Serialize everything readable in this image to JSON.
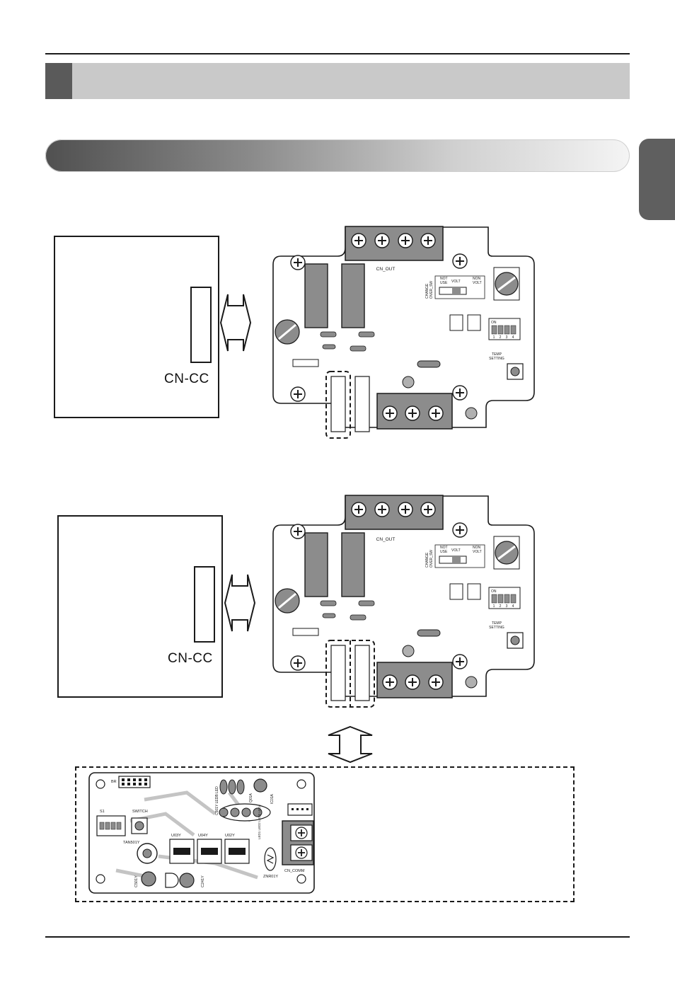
{
  "unit_label": "CN-CC",
  "board_labels": {
    "cn_out": "CN_OUT",
    "change_over_line1": "CHANGE",
    "change_over_line2": "OVER_SW",
    "not_use_line1": "NOT",
    "not_use_line2": "USE",
    "volt": "VOLT",
    "non_volt_line1": "NON",
    "non_volt_line2": "VOLT",
    "dip_on": "ON",
    "dip_numbers": [
      "1",
      "2",
      "3",
      "4"
    ],
    "temp_setting_line1": "TEMP",
    "temp_setting_line2": "SETTING"
  },
  "small_board_labels": {
    "br": "BR",
    "s1": "S1",
    "switch": "SWITCH",
    "tan": "TAN501Y",
    "u03": "U03Y",
    "u04": "U04Y",
    "u02": "U02Y",
    "c501": "C501Y",
    "c241": "C241Y",
    "znr": "ZNR01Y",
    "cn_comm": "CN_COMM",
    "ic": "IC01A",
    "q": "Q01A",
    "led_group": "C501Y LEDB LED",
    "led_right": "LED1 LED2 LED3 LED4"
  },
  "colors": {
    "title_bar": "#c9c9c9",
    "title_tab": "#5a5a5a",
    "side_tab": "#5f5f5f",
    "board_component": "#8c8c8c",
    "line": "#1a1a1a"
  }
}
